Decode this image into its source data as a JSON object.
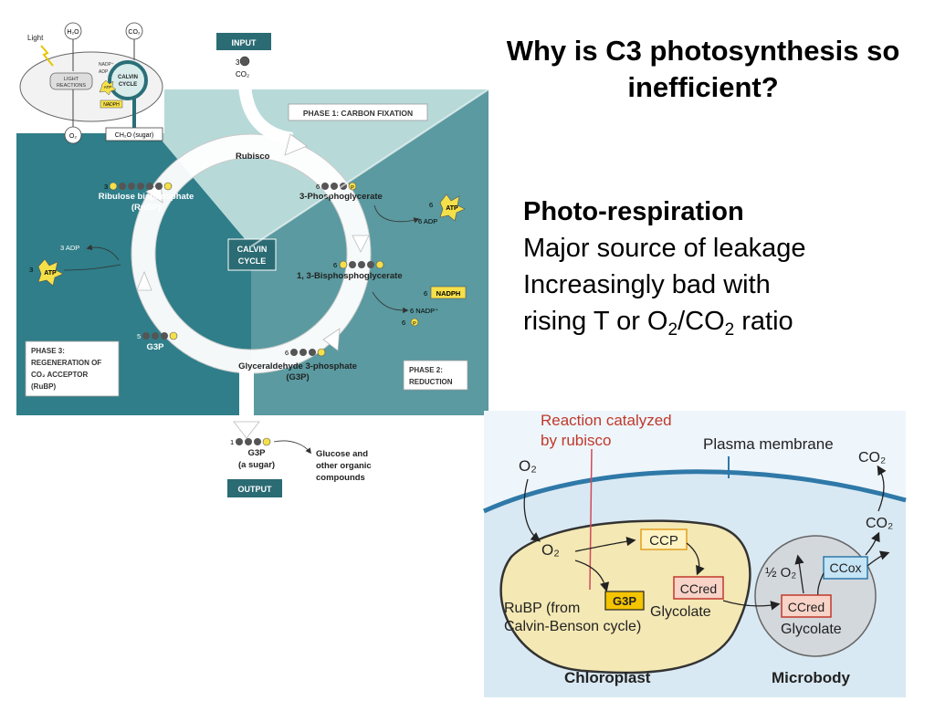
{
  "slide": {
    "title": "Why is C3 photosynthesis so inefficient?",
    "heading": "Photo-respiration",
    "line1": "Major source of leakage",
    "line2": "Increasingly bad with",
    "line3_a": "rising T or O",
    "line3_sub1": "2",
    "line3_b": "/CO",
    "line3_sub2": "2",
    "line3_c": " ratio"
  },
  "calvin_figure": {
    "inset": {
      "light": "Light",
      "h2o": "H₂O",
      "co2": "CO₂",
      "light_reactions": [
        "LIGHT",
        "REACTIONS"
      ],
      "calvin_cycle": [
        "CALVIN",
        "CYCLE"
      ],
      "nadp": "NADP⁺",
      "adp": "ADP",
      "atp": "ATP",
      "nadph": "NADPH",
      "o2": "O₂",
      "sugar": "CH₂O (sugar)"
    },
    "input_label": "INPUT",
    "input_count": "3",
    "input_co2": "CO₂",
    "phase1": "PHASE 1: CARBON FIXATION",
    "rubisco": "Rubisco",
    "three_pg_count": "6",
    "three_pg": "3-Phosphoglycerate",
    "six_atp": "6",
    "atp": "ATP",
    "six_adp": "6 ADP",
    "rubp_count": "3",
    "rubp": [
      "Ribulose bisphosphate",
      "(RuBP)"
    ],
    "calvin_center": [
      "CALVIN",
      "CYCLE"
    ],
    "three_adp": "3 ADP",
    "three_atp": "3",
    "bpg_count": "6",
    "bpg": "1, 3-Bisphosphoglycerate",
    "six_nadph": "6",
    "nadph": "NADPH",
    "six_nadp": "6 NADP⁺",
    "six_p": "6",
    "g3p_left_count": "5",
    "g3p_left": "G3P",
    "phase3": [
      "PHASE 3:",
      "REGENERATION OF",
      "CO₂ ACCEPTOR",
      "(RuBP)"
    ],
    "g3p6_count": "6",
    "g3p6": [
      "Glyceraldehyde 3-phosphate",
      "(G3P)"
    ],
    "phase2": [
      "PHASE 2:",
      "REDUCTION"
    ],
    "out_count": "1",
    "out_g3p": [
      "G3P",
      "(a sugar)"
    ],
    "glucose": [
      "Glucose and",
      "other organic",
      "compounds"
    ],
    "output_label": "OUTPUT",
    "p": "P"
  },
  "photoresp_figure": {
    "reaction_label": [
      "Reaction catalyzed",
      "by rubisco"
    ],
    "plasma_membrane": "Plasma membrane",
    "o2_top": "O₂",
    "co2_top": "CO₂",
    "co2_mid": "CO₂",
    "o2_inner": "O₂",
    "ccp": "CCP",
    "cc_red": "CCred",
    "g3p": "G3P",
    "rubp_from": [
      "RuBP (from",
      "Calvin-Benson cycle)"
    ],
    "glycolate": "Glycolate",
    "half_o2": "½ O₂",
    "cc_ox": "CCox",
    "cc_red2": "CCred",
    "glycolate2": "Glycolate",
    "chloroplast": "Chloroplast",
    "microbody": "Microbody"
  }
}
